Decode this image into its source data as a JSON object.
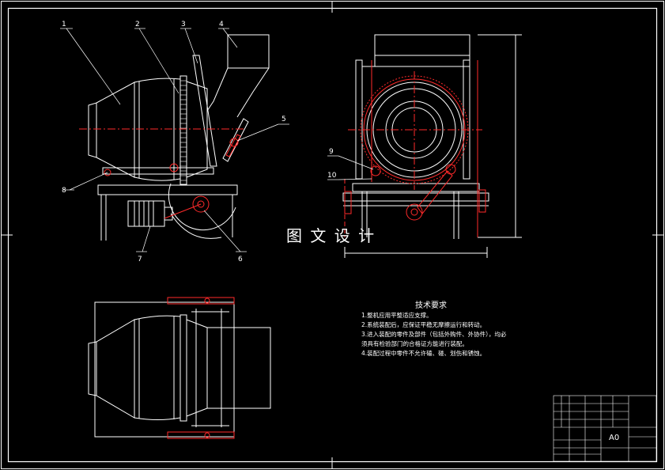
{
  "drawing": {
    "watermark": "图 文 设 计",
    "part_labels": [
      "1",
      "2",
      "3",
      "4",
      "5",
      "6",
      "7",
      "8",
      "9",
      "10"
    ],
    "colors": {
      "outline": "#ffffff",
      "centerline": "#ff2a2a",
      "frame": "#ffffff",
      "background": "#000000",
      "dimension": "#e8e8e8"
    }
  },
  "technical_requirements": {
    "title": "技术要求",
    "items": [
      "1.整机应用平整适应支撑。",
      "2.系统装配后，应保证平稳无摩擦运行和转动。",
      "3.进入装配的零件及部件（包括外购件、外协件），均必",
      "须具有检验部门的合格证方能进行装配。",
      "4.装配过程中零件不允许磕、碰、划伤和锈蚀。"
    ]
  },
  "title_block": {
    "scale_code": "A0"
  }
}
